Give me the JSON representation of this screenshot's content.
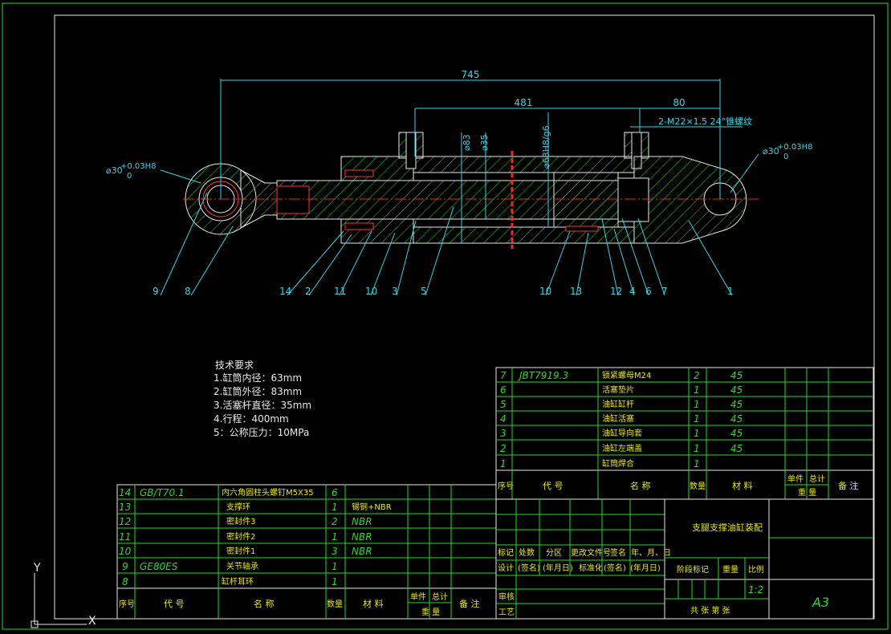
{
  "dimensions": {
    "overall_length": "745",
    "stroke_span": "481",
    "end_span": "80",
    "port_thread": "2-M22×1.5 24°锥螺纹",
    "left_pin_dia": "⌀30",
    "left_pin_tol_upper": "+0.03H8",
    "left_pin_tol_lower": "0",
    "right_pin_dia": "⌀30",
    "right_pin_tol_upper": "+0.03H8",
    "right_pin_tol_lower": "0",
    "outer_dia": "⌀83",
    "rod_dia": "⌀35",
    "bore_fit": "⌀63H8/g6"
  },
  "balloons": [
    "9",
    "8",
    "14",
    "2",
    "11",
    "10",
    "3",
    "5",
    "10",
    "13",
    "12",
    "4",
    "6",
    "7",
    "1"
  ],
  "tech": {
    "title": "技术要求",
    "lines": [
      "1.缸筒内径：63mm",
      "2.缸筒外径：83mm",
      "3.活塞杆直径：35mm",
      "4.行程：400mm",
      "5：公称压力：10MPa"
    ]
  },
  "bom_upper": [
    {
      "no": "7",
      "code": "JBT7919.3",
      "name": "锁紧螺母M24",
      "qty": "2",
      "material": "45"
    },
    {
      "no": "6",
      "code": "",
      "name": "活塞垫片",
      "qty": "1",
      "material": "45"
    },
    {
      "no": "5",
      "code": "",
      "name": "油缸缸杆",
      "qty": "1",
      "material": "45"
    },
    {
      "no": "4",
      "code": "",
      "name": "油缸活塞",
      "qty": "1",
      "material": "45"
    },
    {
      "no": "3",
      "code": "",
      "name": "油缸导向套",
      "qty": "1",
      "material": "45"
    },
    {
      "no": "2",
      "code": "",
      "name": "油缸左端盖",
      "qty": "1",
      "material": "45"
    },
    {
      "no": "1",
      "code": "",
      "name": "缸筒焊合",
      "qty": "1",
      "material": ""
    }
  ],
  "bom_lower": [
    {
      "no": "14",
      "code": "GB/T70.1",
      "name": "内六角圆柱头螺钉M5X35",
      "qty": "6",
      "material": ""
    },
    {
      "no": "13",
      "code": "",
      "name": "支撑环",
      "qty": "1",
      "material": "锡铜+NBR"
    },
    {
      "no": "12",
      "code": "",
      "name": "密封件3",
      "qty": "2",
      "material": "NBR"
    },
    {
      "no": "11",
      "code": "",
      "name": "密封件2",
      "qty": "1",
      "material": "NBR"
    },
    {
      "no": "10",
      "code": "",
      "name": "密封件1",
      "qty": "3",
      "material": "NBR"
    },
    {
      "no": "9",
      "code": "GE80ES",
      "name": "关节轴承",
      "qty": "1",
      "material": ""
    },
    {
      "no": "8",
      "code": "",
      "name": "缸杆耳环",
      "qty": "1",
      "material": ""
    }
  ],
  "bom_header": {
    "no": "序号",
    "code": "代 号",
    "name": "名 称",
    "qty": "数量",
    "material": "材 料",
    "unit": "单件",
    "total": "总计",
    "weight": "重 量",
    "remark": "备 注"
  },
  "title_block": {
    "drawing_name": "支腿支撑油缸装配",
    "mark": "标记",
    "count": "处数",
    "zone": "分区",
    "doc_no": "更改文件号",
    "sign": "签名",
    "date": "年、月、日",
    "design": "设计",
    "sign_paren": "(签名)",
    "ymd": "(年月日)",
    "standard": "标准化",
    "sign_paren2": "(签名)",
    "ymd2": "(年月日)",
    "stage": "阶段标记",
    "weight": "重量",
    "scale_label": "比例",
    "scale": "1:2",
    "review": "审核",
    "process": "工艺",
    "sheets": "共  张  第  张",
    "size": "A3"
  },
  "ucs": {
    "y": "Y",
    "x": "X"
  }
}
